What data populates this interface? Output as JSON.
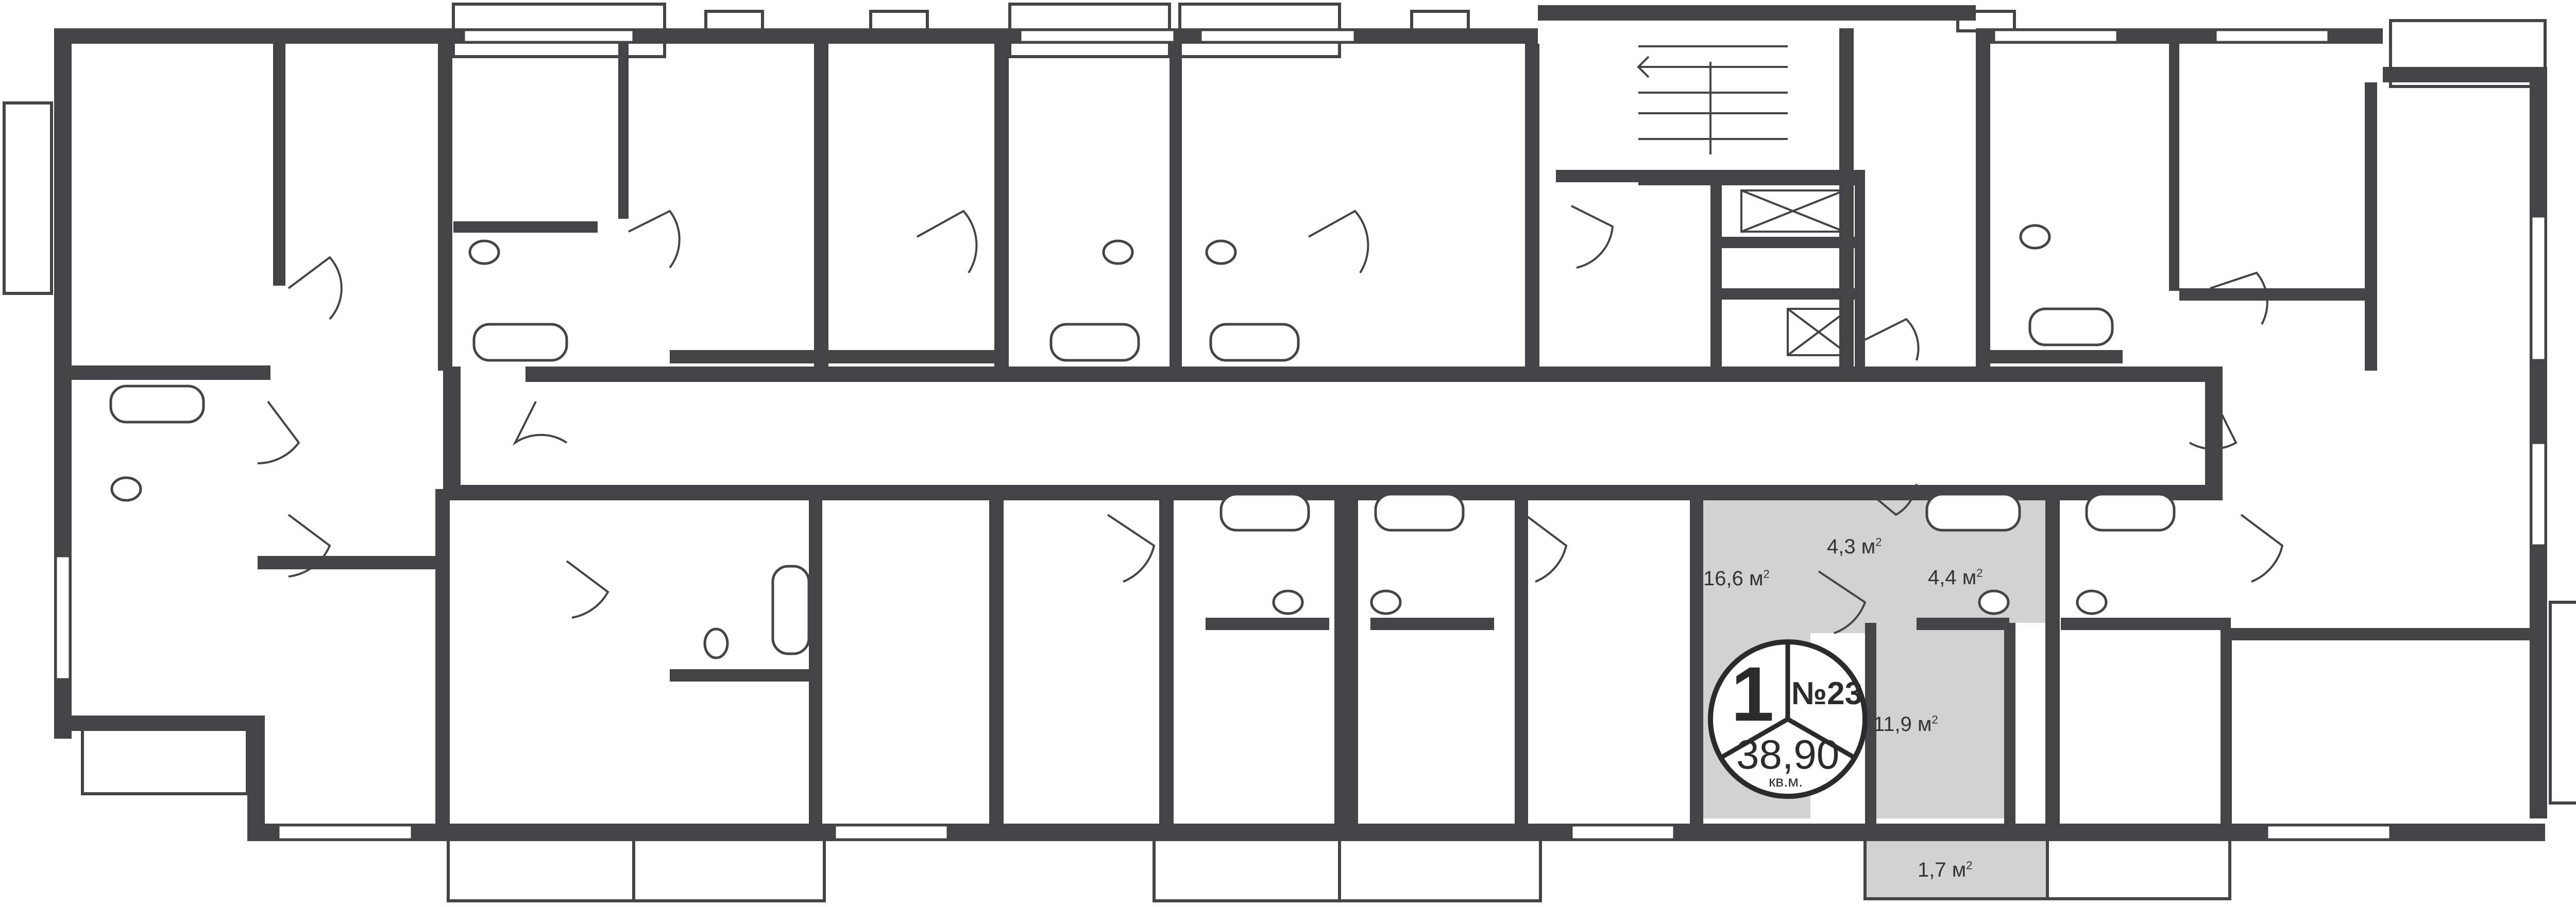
{
  "plan": {
    "colors": {
      "wall": "#444446",
      "selected_fill": "#d2d2d2",
      "background": "#ffffff"
    },
    "rooms": {
      "living": {
        "area": "16,6",
        "unit": "м"
      },
      "hall": {
        "area": "4,3",
        "unit": "м"
      },
      "bath": {
        "area": "4,4",
        "unit": "м"
      },
      "kitchen": {
        "area": "11,9",
        "unit": "м"
      },
      "balcony": {
        "area": "1,7",
        "unit": "м"
      }
    },
    "unit_sup": "2"
  },
  "badge": {
    "rooms_count": "1",
    "apartment_number": "№23",
    "total_area": "38,90",
    "total_area_unit": "кв.м."
  }
}
